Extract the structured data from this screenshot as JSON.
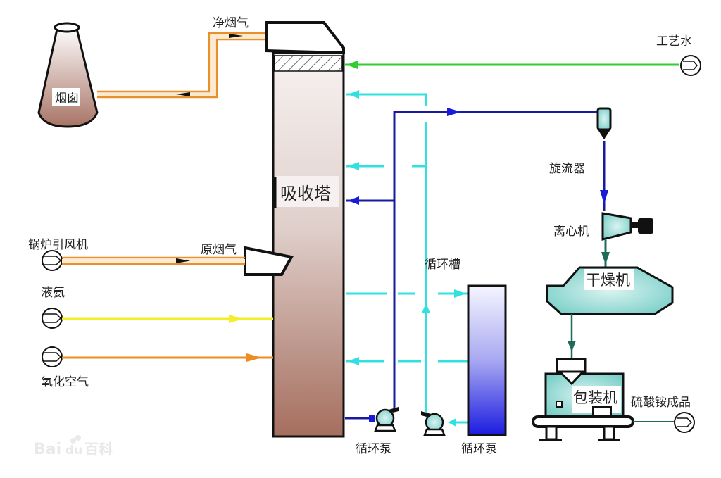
{
  "title": "氨法脱硫工艺流程图",
  "labels": {
    "chimney": "烟囱",
    "clean_flue_gas": "净烟气",
    "absorption_tower": "吸收塔",
    "process_water": "工艺水",
    "cyclone": "旋流器",
    "centrifuge": "离心机",
    "dryer": "干燥机",
    "packaging_machine": "包装机",
    "product": "硫酸铵成品",
    "boiler_fan": "锅炉引风机",
    "raw_flue_gas": "原烟气",
    "liquid_ammonia": "液氨",
    "oxidation_air": "氧化空气",
    "circulation_tank": "循环槽",
    "circulation_pump_1": "循环泵",
    "circulation_pump_2": "循环泵"
  },
  "watermark": {
    "text_left": "Bai",
    "text_mid": "du",
    "text_right": "百科"
  },
  "colors": {
    "flue_gas": "#e8902a",
    "process_water": "#33cc33",
    "ammonia": "#f2ef2a",
    "oxidation_air": "#ee8c22",
    "slurry_dark": "#1a1aa0",
    "slurry_light": "#33e0e0",
    "product_line": "#1f6b5a",
    "tower_fill_top": "#f3ecea",
    "tower_fill_bottom": "#a97464",
    "equipment_fill": "#7ed3cc"
  }
}
